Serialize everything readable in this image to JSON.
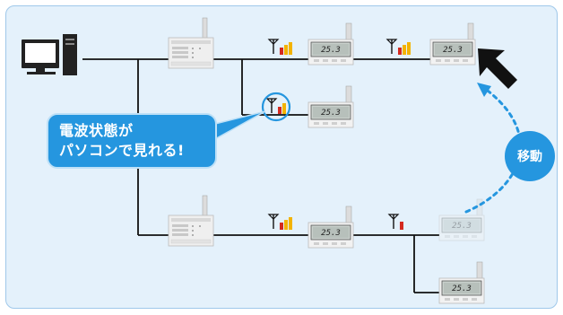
{
  "callout": {
    "line1": "電波状態が",
    "line2": "パソコンで見れる!"
  },
  "move_label": "移動",
  "display_value": "25.3",
  "colors": {
    "panel": "#e4f1fb",
    "accent": "#2596df",
    "signal_red": "#d42a1f",
    "signal_yellow": "#f3b300",
    "line": "#111111"
  }
}
